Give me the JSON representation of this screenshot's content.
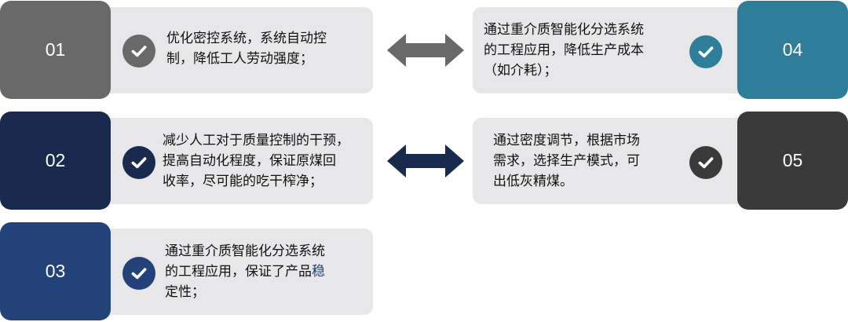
{
  "colors": {
    "gray": "#696969",
    "navy": "#182a4d",
    "blue": "#24427a",
    "teal": "#2e7e99",
    "dark": "#3a3a3a",
    "card": "#e7e7e9"
  },
  "items": [
    {
      "number": "01",
      "lines": [
        "优化密控系统，系统自动控",
        "制，降低工人劳动强度；"
      ],
      "color": "gray",
      "icon": "check-circle-icon"
    },
    {
      "number": "02",
      "lines": [
        "减少人工对于质量控制的干预，",
        "提高自动化程度，保证原煤回",
        "收率，尽可能的吃干榨净；"
      ],
      "color": "navy",
      "icon": "check-circle-icon"
    },
    {
      "number": "03",
      "lines": [
        "通过重介质智能化分选系统",
        "的工程应用，保证了产品",
        "定性；"
      ],
      "accent": "稳",
      "color": "blue",
      "icon": "check-circle-icon"
    },
    {
      "number": "04",
      "lines": [
        "通过重介质智能化分选系统",
        "的工程应用，降低生产成本",
        "（如介耗）；"
      ],
      "color": "teal",
      "icon": "check-circle-icon"
    },
    {
      "number": "05",
      "lines": [
        "通过密度调节，根据市场",
        "需求，选择生产模式，可",
        "出低灰精煤。"
      ],
      "color": "dark",
      "icon": "check-circle-icon"
    }
  ],
  "arrows": [
    {
      "icon": "double-arrow-icon",
      "color": "gray"
    },
    {
      "icon": "double-arrow-icon",
      "color": "navy"
    }
  ]
}
